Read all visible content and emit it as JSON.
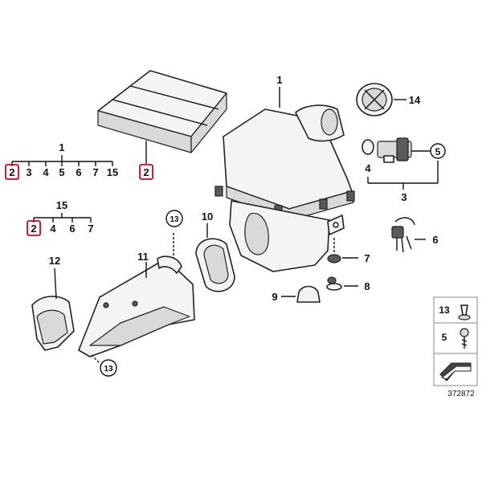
{
  "tree_main": {
    "root": "1",
    "children": [
      "2",
      "3",
      "4",
      "5",
      "6",
      "7",
      "15"
    ]
  },
  "tree_sub": {
    "root": "15",
    "children": [
      "2",
      "4",
      "6",
      "7"
    ]
  },
  "callouts": {
    "filter": "2",
    "housing": "1",
    "sensor": "3",
    "sensor_screw": "4",
    "screw_right": "5",
    "connector": "6",
    "grommet_7": "7",
    "grommet_8": "8",
    "cap_9": "9",
    "seal_10": "10",
    "duct_11": "11",
    "shield_12": "12",
    "clip_top": "13",
    "clip_bottom": "13",
    "cover_14": "14"
  },
  "legend": {
    "item_a": "13",
    "item_b": "5"
  },
  "diagram_id": "372872",
  "colors": {
    "highlight": "#d0021b",
    "line": "#111111"
  }
}
